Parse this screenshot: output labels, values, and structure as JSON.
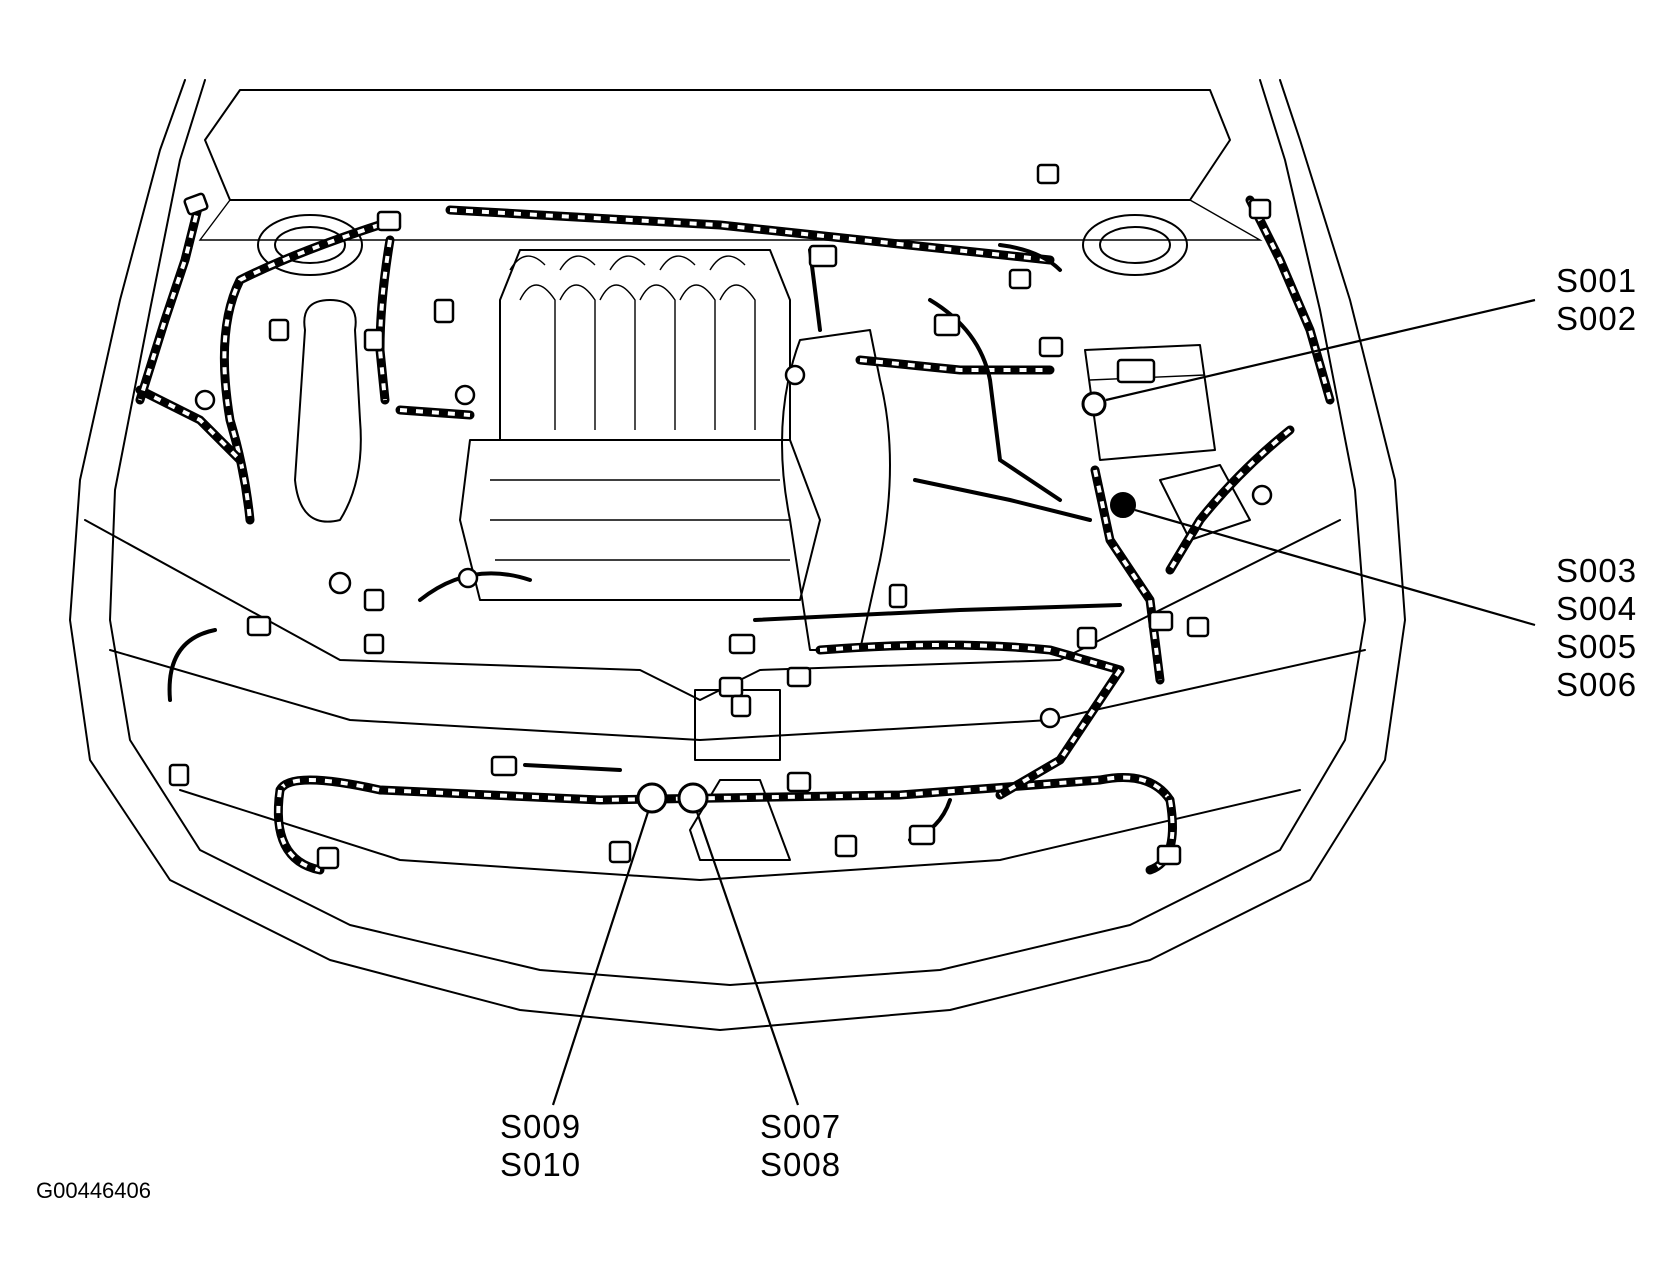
{
  "diagram": {
    "figure_id": "G00446406",
    "splice_groups": [
      {
        "id": "grp-s001-s002",
        "labels": [
          "S001",
          "S002"
        ]
      },
      {
        "id": "grp-s003-s006",
        "labels": [
          "S003",
          "S004",
          "S005",
          "S006"
        ]
      },
      {
        "id": "grp-s009-s010",
        "labels": [
          "S009",
          "S010"
        ]
      },
      {
        "id": "grp-s007-s008",
        "labels": [
          "S007",
          "S008"
        ]
      }
    ]
  }
}
